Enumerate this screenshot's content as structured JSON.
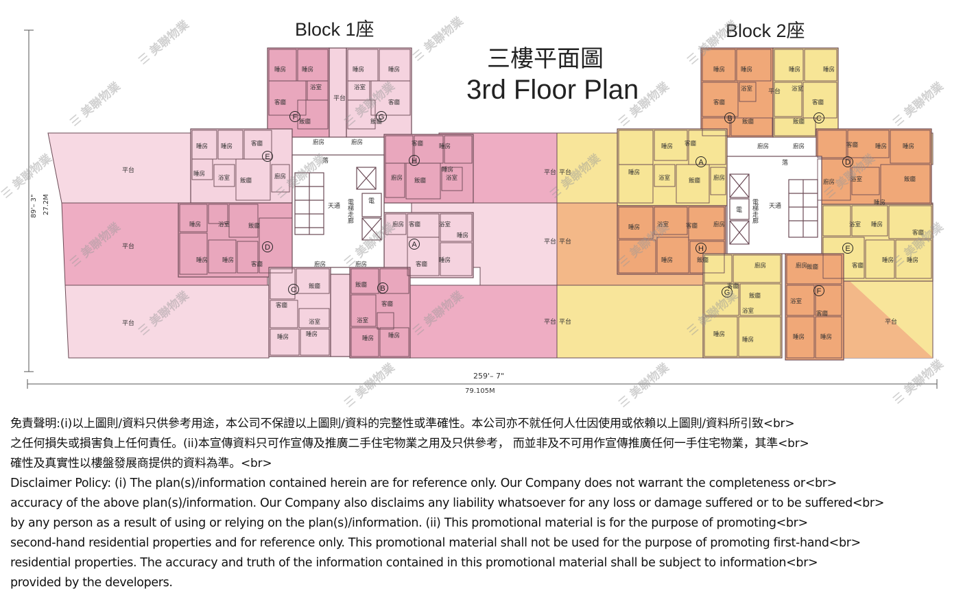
{
  "plan": {
    "block1_title": "Block 1座",
    "block2_title": "Block 2座",
    "title_zh": "三樓平面圖",
    "title_en": "3rd Floor Plan",
    "dim_width_ft": "259'– 7\"",
    "dim_width_m": "79.105M",
    "dim_height_ft": "89'– 3\"",
    "dim_height_m": "27.2M",
    "watermark": "美聯物業",
    "colors": {
      "block1_dark": "#e9a7bd",
      "block1_light": "#f5d3df",
      "block2_orange": "#f0a878",
      "block2_yellow": "#f7e596",
      "terrace_block1_pink": "#f3c3d3",
      "terrace_block2_yellow": "#f8e59a",
      "core": "#ffffff",
      "line": "#6a4a55"
    },
    "labels": {
      "terrace": "平台",
      "bedroom": "睡房",
      "living": "客廳",
      "dining": "飯廳",
      "bath": "浴室",
      "kitchen": "廚房",
      "lift_lobby": "電梯走廊",
      "lift": "電",
      "skylight": "天通",
      "fall": "落"
    },
    "block1_units": [
      "F",
      "G",
      "E",
      "H",
      "D",
      "A",
      "C",
      "B"
    ],
    "block2_units": [
      "B",
      "C",
      "A",
      "D",
      "H",
      "E",
      "G",
      "F"
    ]
  },
  "disclaimer": {
    "zh_lines": [
      "免責聲明:(i)以上圖則/資料只供參考用途，本公司不保證以上圖則/資料的完整性或準確性。本公司亦不就任何人仕因使用或依賴以上圖則/資料所引致<br>",
      "之任何損失或損害負上任何責任。(ii)本宣傳資料只可作宣傳及推廣二手住宅物業之用及只供參考， 而並非及不可用作宣傳推廣任何一手住宅物業，其準<br>",
      "確性及真實性以樓盤發展商提供的資料為準。<br>"
    ],
    "en_lines": [
      "Disclaimer Policy: (i) The plan(s)/information contained herein are for reference only. Our Company does not warrant the completeness or<br>",
      "accuracy of the above plan(s)/information. Our Company also disclaims any liability whatsoever for any loss or damage suffered or to be suffered<br>",
      "by any person as a result of using or relying on the plan(s)/information. (ii) This promotional material is for the purpose of promoting<br>",
      "second-hand residential properties and for reference only. This promotional material shall not be used for the purpose of promoting first-hand<br>",
      "residential properties. The accuracy and truth of the information contained in this promotional material shall be subject to information<br>",
      "provided by the developers."
    ]
  }
}
